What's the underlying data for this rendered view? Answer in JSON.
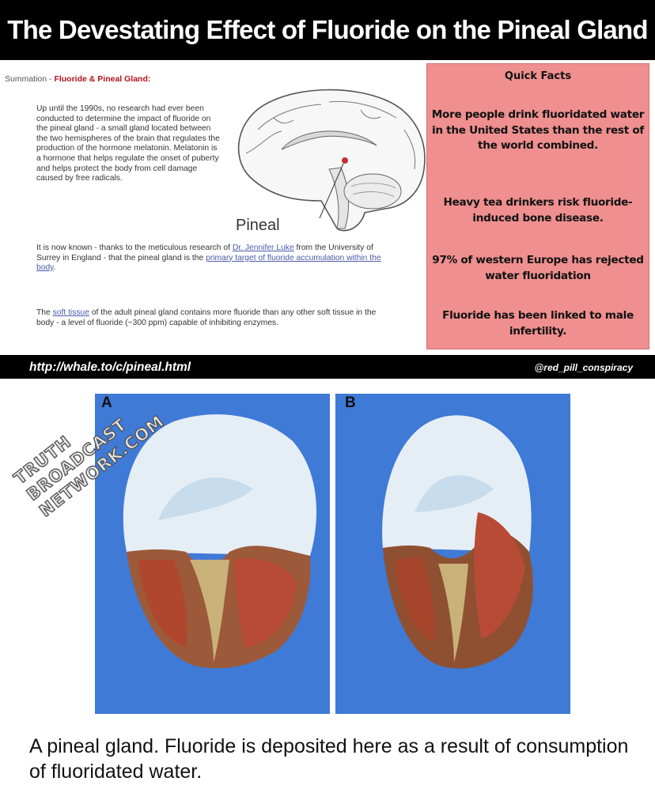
{
  "title": "The Devestating Effect of Fluoride on the Pineal Gland",
  "summary": {
    "label": "Summation - ",
    "highlight": "Fluoride & Pineal Gland:",
    "p1": "Up until the 1990s, no research had ever been conducted to determine the impact of fluoride on the pineal gland - a small gland located between the two hemispheres of the brain that regulates the production of the hormone melatonin. Melatonin is a hormone that helps regulate the onset of puberty and helps protect the body from cell damage caused by free radicals.",
    "p2_pre": "It is now known - thanks to the meticulous research of ",
    "p2_link1": "Dr. Jennifer Luke",
    "p2_mid": " from the University of Surrey in England - that the pineal gland is the ",
    "p2_link2": "primary target of fluoride accumulation within the body",
    "p2_post": ".",
    "p3_pre": "The ",
    "p3_link": "soft tissue",
    "p3_post": " of the adult pineal gland contains more fluoride than any other soft tissue in the body - a level of fluoride (~300 ppm) capable of inhibiting enzymes."
  },
  "brain_label": "Pineal",
  "quick_facts": {
    "title": "Quick Facts",
    "facts": [
      "More people drink fluoridated water in the United States than the rest of the world combined.",
      "Heavy tea drinkers risk fluoride-induced bone disease.",
      "97% of western Europe has rejected water fluoridation",
      "Fluoride has been linked to male infertility."
    ]
  },
  "url": "http://whale.to/c/pineal.html",
  "handle": "@red_pill_conspiracy",
  "photos": {
    "a": "A",
    "b": "B"
  },
  "watermark": [
    "TRUTH",
    "BROADCAST",
    "NETWORK.COM"
  ],
  "caption": "A pineal gland. Fluoride is deposited here as a result of consumption of fluoridated water.",
  "colors": {
    "facts_bg": "#ef8f8f",
    "link": "#4a5aa8",
    "highlight": "#b3121c",
    "photo_bg": "#3f7ad6"
  }
}
